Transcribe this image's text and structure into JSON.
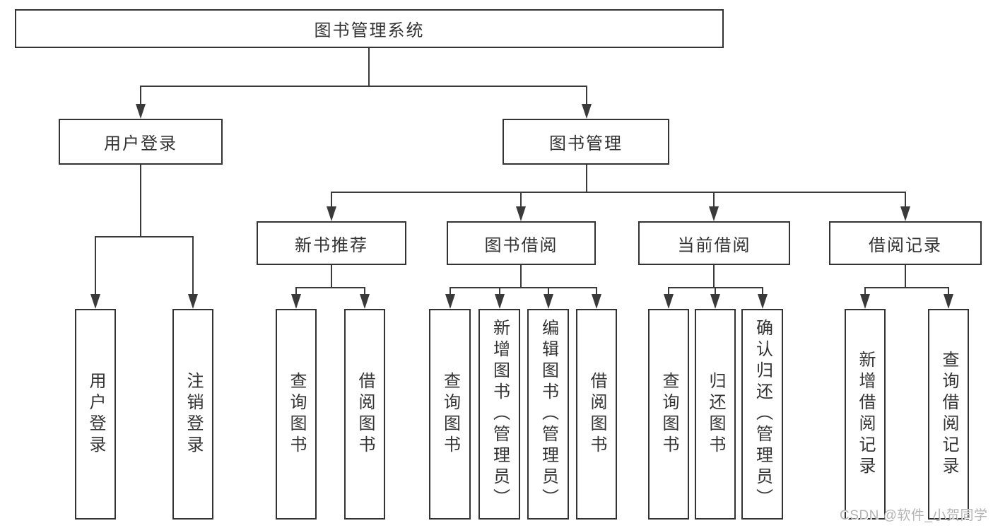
{
  "tree": {
    "root": "图书管理系统",
    "branches": [
      {
        "label": "用户登录",
        "children": [
          {
            "label": "用户登录"
          },
          {
            "label": "注销登录"
          }
        ]
      },
      {
        "label": "图书管理",
        "children": [
          {
            "label": "新书推荐",
            "children": [
              {
                "label": "查询图书"
              },
              {
                "label": "借阅图书"
              }
            ]
          },
          {
            "label": "图书借阅",
            "children": [
              {
                "label": "查询图书"
              },
              {
                "label": "新增图书（管理员）"
              },
              {
                "label": "编辑图书（管理员）"
              },
              {
                "label": "借阅图书"
              }
            ]
          },
          {
            "label": "当前借阅",
            "children": [
              {
                "label": "查询图书"
              },
              {
                "label": "归还图书"
              },
              {
                "label": "确认归还（管理员）"
              }
            ]
          },
          {
            "label": "借阅记录",
            "children": [
              {
                "label": "新增借阅记录"
              },
              {
                "label": "查询借阅记录"
              }
            ]
          }
        ]
      }
    ]
  },
  "watermark": {
    "text": "CSDN @软件_小贺同学"
  },
  "colors": {
    "line": "#3a3a3a",
    "box_border": "#333333",
    "text": "#333333",
    "watermark": "#b4b4b4",
    "background": "#ffffff"
  }
}
